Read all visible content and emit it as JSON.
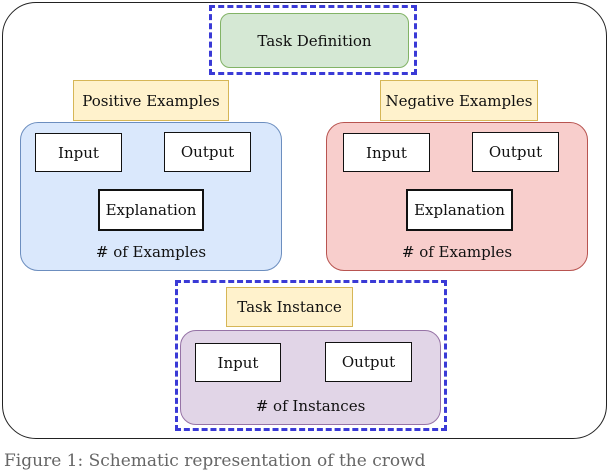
{
  "task_definition": "Task Definition",
  "positive": {
    "header": "Positive Examples",
    "input": "Input",
    "output": "Output",
    "explanation": "Explanation",
    "count": "# of Examples"
  },
  "negative": {
    "header": "Negative Examples",
    "input": "Input",
    "output": "Output",
    "explanation": "Explanation",
    "count": "# of Examples"
  },
  "instance": {
    "header": "Task Instance",
    "input": "Input",
    "output": "Output",
    "count": "# of Instances"
  },
  "caption": "Figure 1: Schematic representation of the crowd"
}
